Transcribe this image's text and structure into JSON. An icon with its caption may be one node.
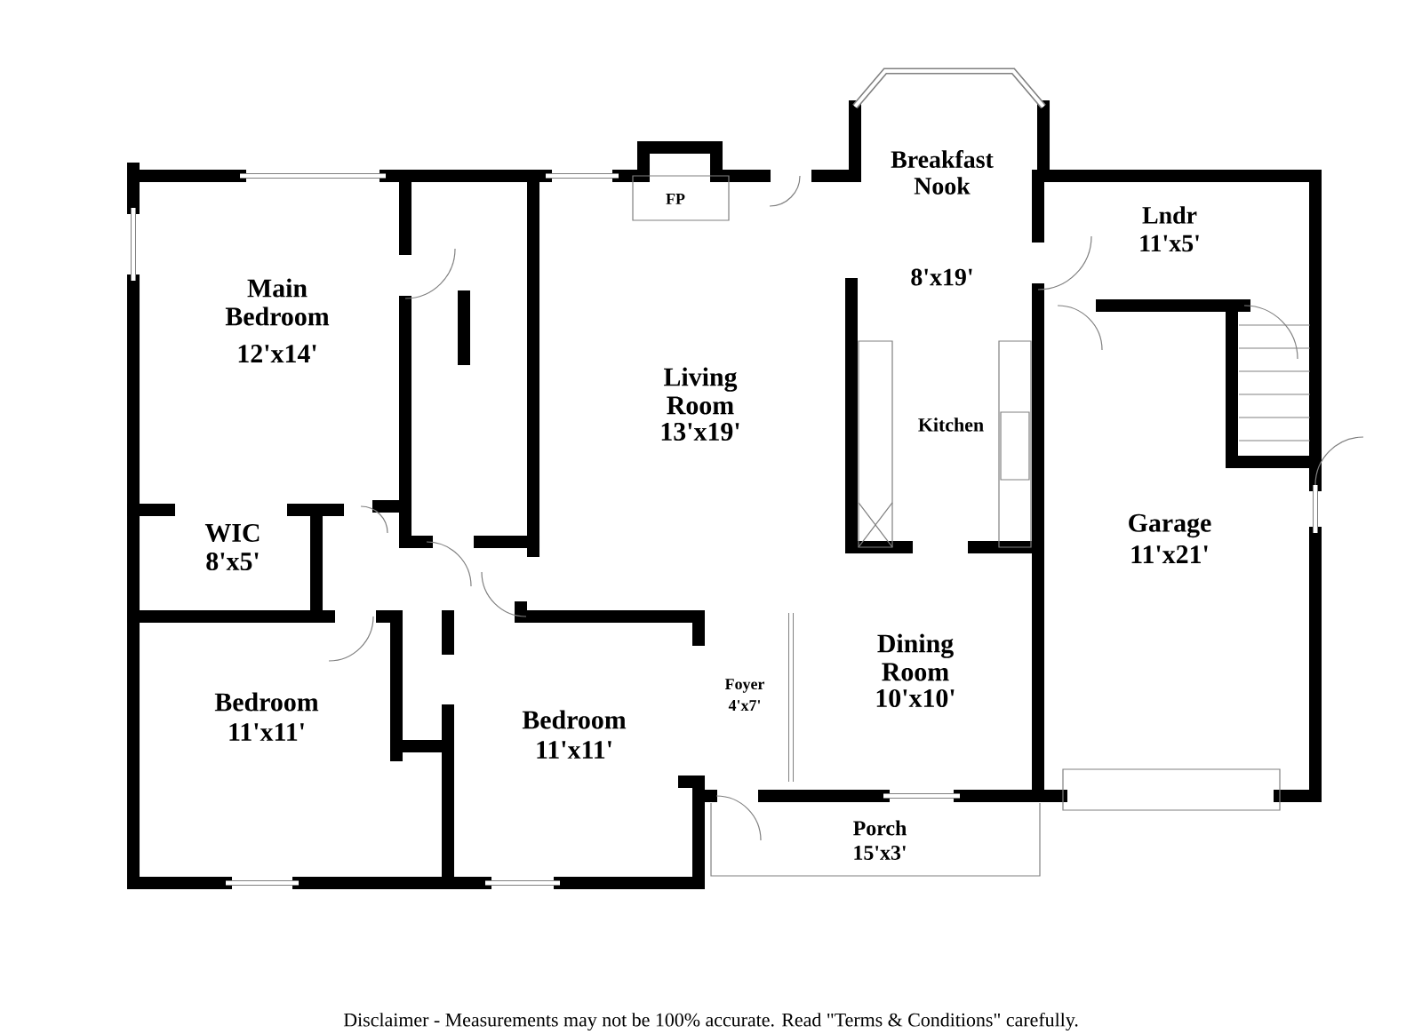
{
  "diagram": {
    "caption": "Disclaimer - Measurements may not be 100% accurate. Read \"Terms & Conditions\" carefully.",
    "labels": [
      "Breakfast Nook",
      "FP",
      "Lndr",
      "11'x5'",
      "Main Bedroom",
      "12'x14'",
      "8'x19'",
      "Living Room",
      "13'x19'",
      "Kitchen",
      "Garage",
      "11'x21'",
      "WIC",
      "8'x5'",
      "Dining Room",
      "Foyer",
      "4'x7'",
      "10'x10'",
      "Bedroom",
      "11'x11'",
      "Bedroom",
      "11'x11'",
      "Porch",
      "15'x3'"
    ]
  }
}
